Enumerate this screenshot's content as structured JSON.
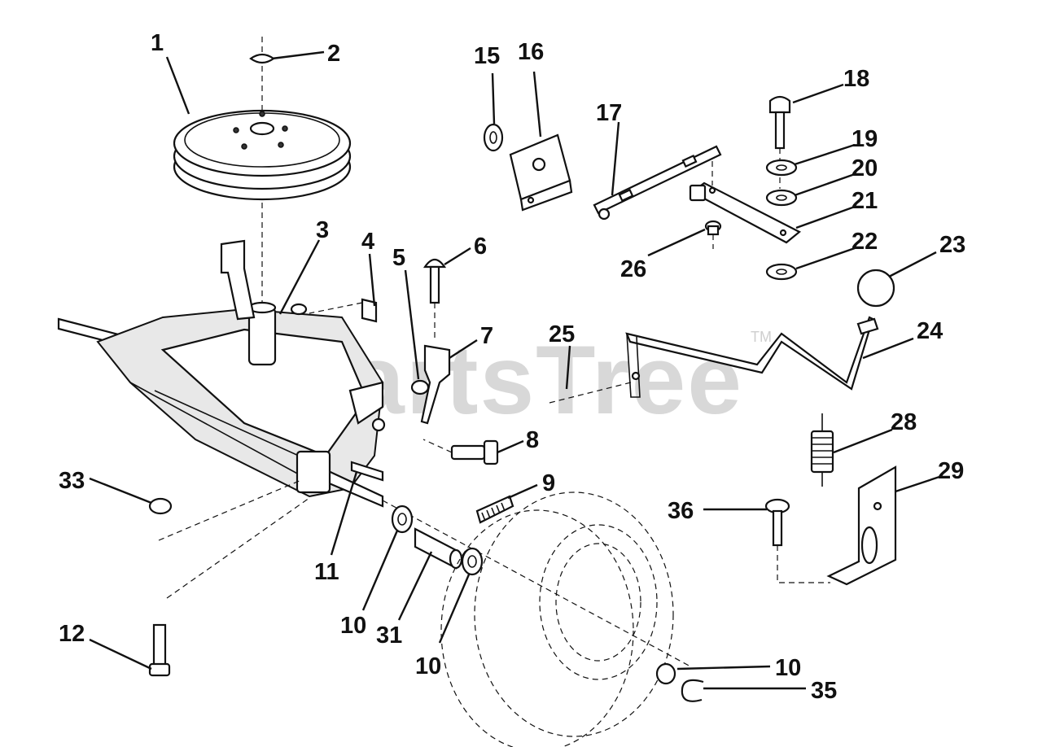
{
  "watermark": {
    "text": "PartsTree",
    "trademark": "TM"
  },
  "callouts": [
    {
      "key": "c1",
      "text": "1"
    },
    {
      "key": "c2",
      "text": "2"
    },
    {
      "key": "c3",
      "text": "3"
    },
    {
      "key": "c4",
      "text": "4"
    },
    {
      "key": "c5",
      "text": "5"
    },
    {
      "key": "c6",
      "text": "6"
    },
    {
      "key": "c7",
      "text": "7"
    },
    {
      "key": "c8",
      "text": "8"
    },
    {
      "key": "c9",
      "text": "9"
    },
    {
      "key": "c10a",
      "text": "10"
    },
    {
      "key": "c10b",
      "text": "10"
    },
    {
      "key": "c10c",
      "text": "10"
    },
    {
      "key": "c11",
      "text": "11"
    },
    {
      "key": "c12",
      "text": "12"
    },
    {
      "key": "c15",
      "text": "15"
    },
    {
      "key": "c16",
      "text": "16"
    },
    {
      "key": "c17",
      "text": "17"
    },
    {
      "key": "c18",
      "text": "18"
    },
    {
      "key": "c19",
      "text": "19"
    },
    {
      "key": "c20",
      "text": "20"
    },
    {
      "key": "c21",
      "text": "21"
    },
    {
      "key": "c22",
      "text": "22"
    },
    {
      "key": "c23",
      "text": "23"
    },
    {
      "key": "c24",
      "text": "24"
    },
    {
      "key": "c25",
      "text": "25"
    },
    {
      "key": "c26",
      "text": "26"
    },
    {
      "key": "c28",
      "text": "28"
    },
    {
      "key": "c29",
      "text": "29"
    },
    {
      "key": "c31",
      "text": "31"
    },
    {
      "key": "c33",
      "text": "33"
    },
    {
      "key": "c35",
      "text": "35"
    },
    {
      "key": "c36",
      "text": "36"
    }
  ]
}
